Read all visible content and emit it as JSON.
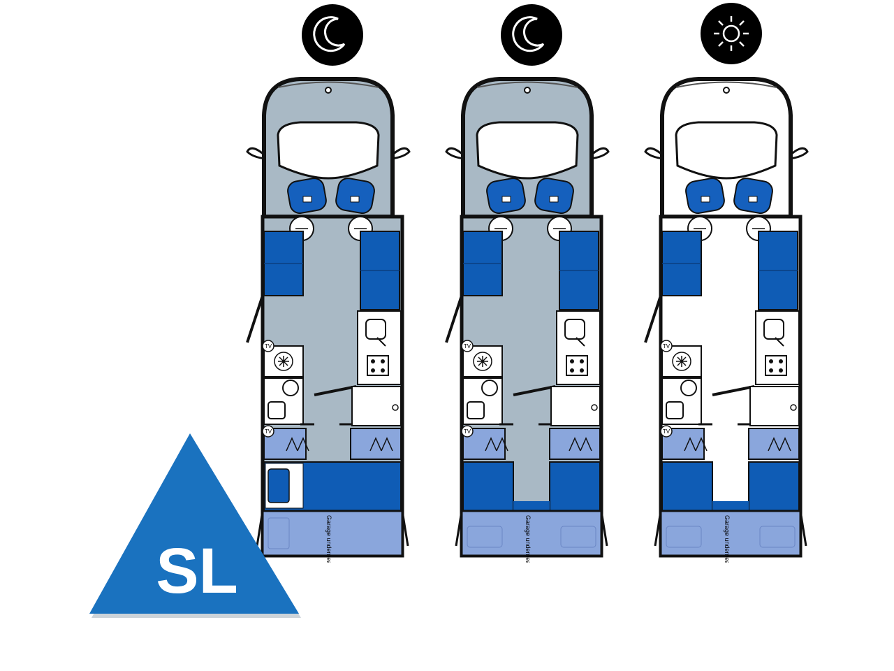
{
  "badge": {
    "text": "SL",
    "color": "#1a72bf",
    "text_color": "#ffffff"
  },
  "plans": [
    {
      "mode": "night",
      "icon": "moon-icon",
      "floor_color": "#a9b9c5",
      "rear_layout": "double-bed",
      "labels": {
        "tv_top": "TV",
        "tv_bottom": "TV",
        "garage": "Garage underneath"
      }
    },
    {
      "mode": "night",
      "icon": "moon-icon",
      "floor_color": "#a9b9c5",
      "rear_layout": "twin-beds",
      "labels": {
        "tv_top": "TV",
        "tv_bottom": "TV",
        "garage": "Garage underneath"
      }
    },
    {
      "mode": "day",
      "icon": "sun-icon",
      "floor_color": "#ffffff",
      "rear_layout": "twin-beds",
      "labels": {
        "tv_top": "TV",
        "tv_bottom": "TV",
        "garage": "Garage underneath"
      }
    }
  ],
  "colors": {
    "upholstery": "#0f5cb5",
    "upholstery_light": "#8aa6dc",
    "seat": "#1560bd",
    "outline": "#111111"
  }
}
